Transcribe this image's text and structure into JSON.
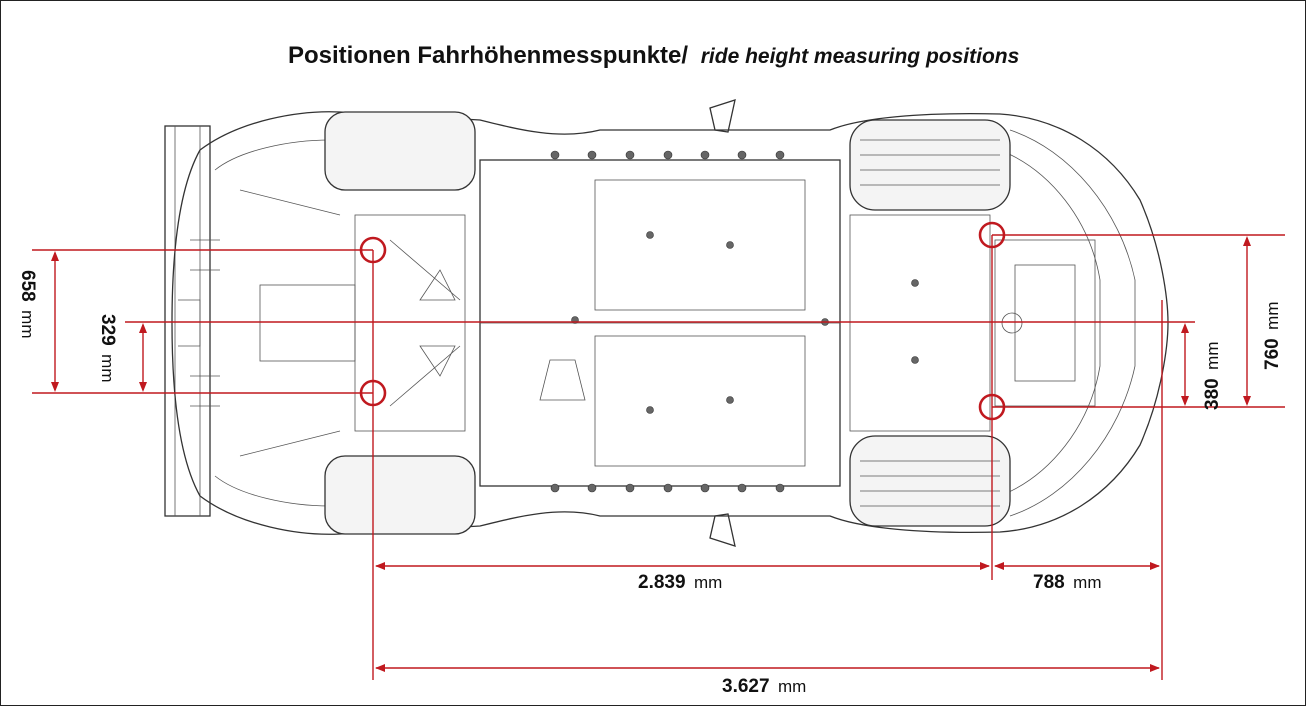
{
  "title": {
    "german": "Positionen Fahrhöhenmesspunkte/",
    "english": "ride height measuring positions"
  },
  "dimensions": {
    "rear_outer_width": {
      "value": "658",
      "unit": "mm"
    },
    "rear_half_width": {
      "value": "329",
      "unit": "mm"
    },
    "front_outer_width": {
      "value": "760",
      "unit": "mm"
    },
    "front_half_width": {
      "value": "380",
      "unit": "mm"
    },
    "wheelbase": {
      "value": "2.839",
      "unit": "mm"
    },
    "front_overhang": {
      "value": "788",
      "unit": "mm"
    },
    "total_length": {
      "value": "3.627",
      "unit": "mm"
    }
  },
  "colors": {
    "dimension_lines": "#c0191f",
    "drawing": "#333333",
    "frame": "#222222"
  }
}
